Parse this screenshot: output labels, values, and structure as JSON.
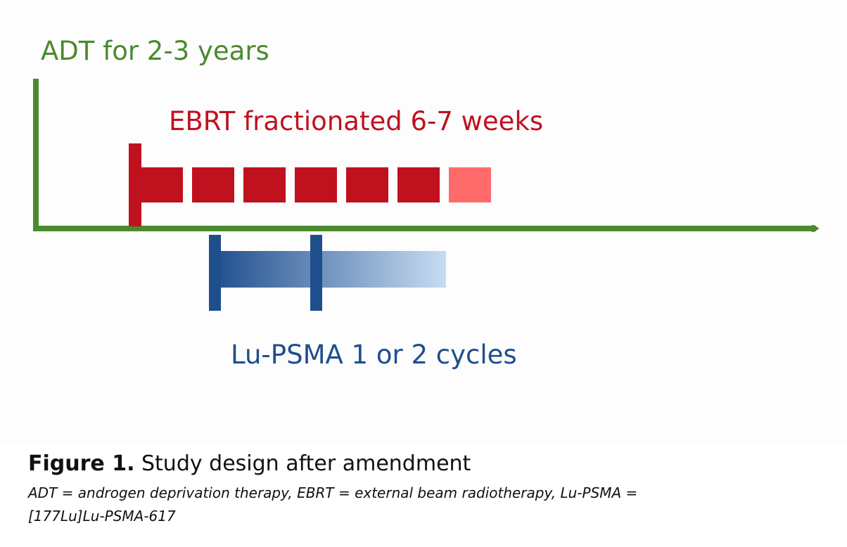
{
  "diagram": {
    "adt_label": "ADT for 2-3 years",
    "ebrt_label": "EBRT fractionated 6-7 weeks",
    "lupsma_label": "Lu-PSMA 1 or 2 cycles",
    "ebrt_week_blocks": 6,
    "ebrt_optional_blocks": 1,
    "colors": {
      "adt": "#4a8a2e",
      "ebrt": "#c0111f",
      "ebrt_optional": "#ff6b6b",
      "lupsma_dark": "#1f4e8c",
      "lupsma_light": "#c7dcf3"
    }
  },
  "caption": {
    "title_bold": "Figure 1.",
    "title_text": " Study design after amendment",
    "note_line1": "ADT = androgen deprivation therapy, EBRT = external beam radiotherapy, Lu-PSMA =",
    "note_line2": "[177Lu]Lu-PSMA-617"
  }
}
